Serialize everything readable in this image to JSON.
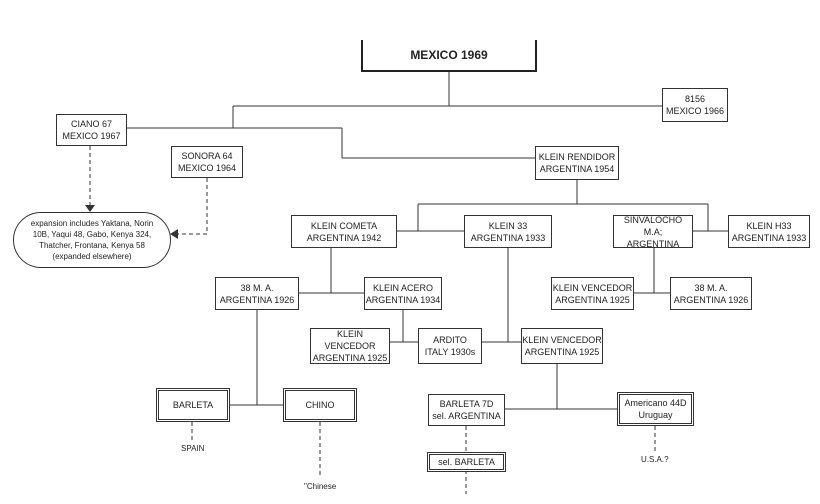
{
  "title": "MEXICO 1969",
  "nodes": {
    "n8156": "8156\nMEXICO 1966",
    "ciano": "CIANO 67\nMEXICO 1967",
    "sonora": "SONORA 64\nMEXICO 1964",
    "klein_rendidor": "KLEIN RENDIDOR\nARGENTINA 1954",
    "expansion": "expansion includes Yaktana, Norin\n10B, Yaqui 48, Gabo, Kenya 324,\nThatcher, Frontana, Kenya 58\n(expanded elsewhere)",
    "klein_cometa": "KLEIN COMETA\nARGENTINA 1942",
    "klein33": "KLEIN 33\nARGENTINA 1933",
    "sinvalocho": "SINVALOCHO M.A;\nARGENTINA",
    "kleinh33": "KLEIN H33\nARGENTINA 1933",
    "ma38_left": "38 M. A.\nARGENTINA  1926",
    "klein_acero": "KLEIN ACERO\nARGENTINA 1934",
    "klein_vencedor_right1": "KLEIN VENCEDOR\nARGENTINA 1925",
    "ma38_right": "38 M. A.\nARGENTINA 1926",
    "klein_vencedor_left": "KLEIN VENCEDOR\nARGENTINA 1925",
    "ardito": "ARDITO\nITALY 1930s",
    "klein_vencedor_mid": "KLEIN VENCEDOR\nARGENTINA 1925",
    "barleta": "BARLETA",
    "chino": "CHINO",
    "barleta7d": "BARLETA 7D\nsel. ARGENTINA",
    "americano": "Americano 44D\nUruguay",
    "sel_barleta": "sel. BARLETA"
  },
  "captions": {
    "spain": "SPAIN",
    "chinese": "\"Chinese",
    "usa": "U.S.A.?"
  }
}
